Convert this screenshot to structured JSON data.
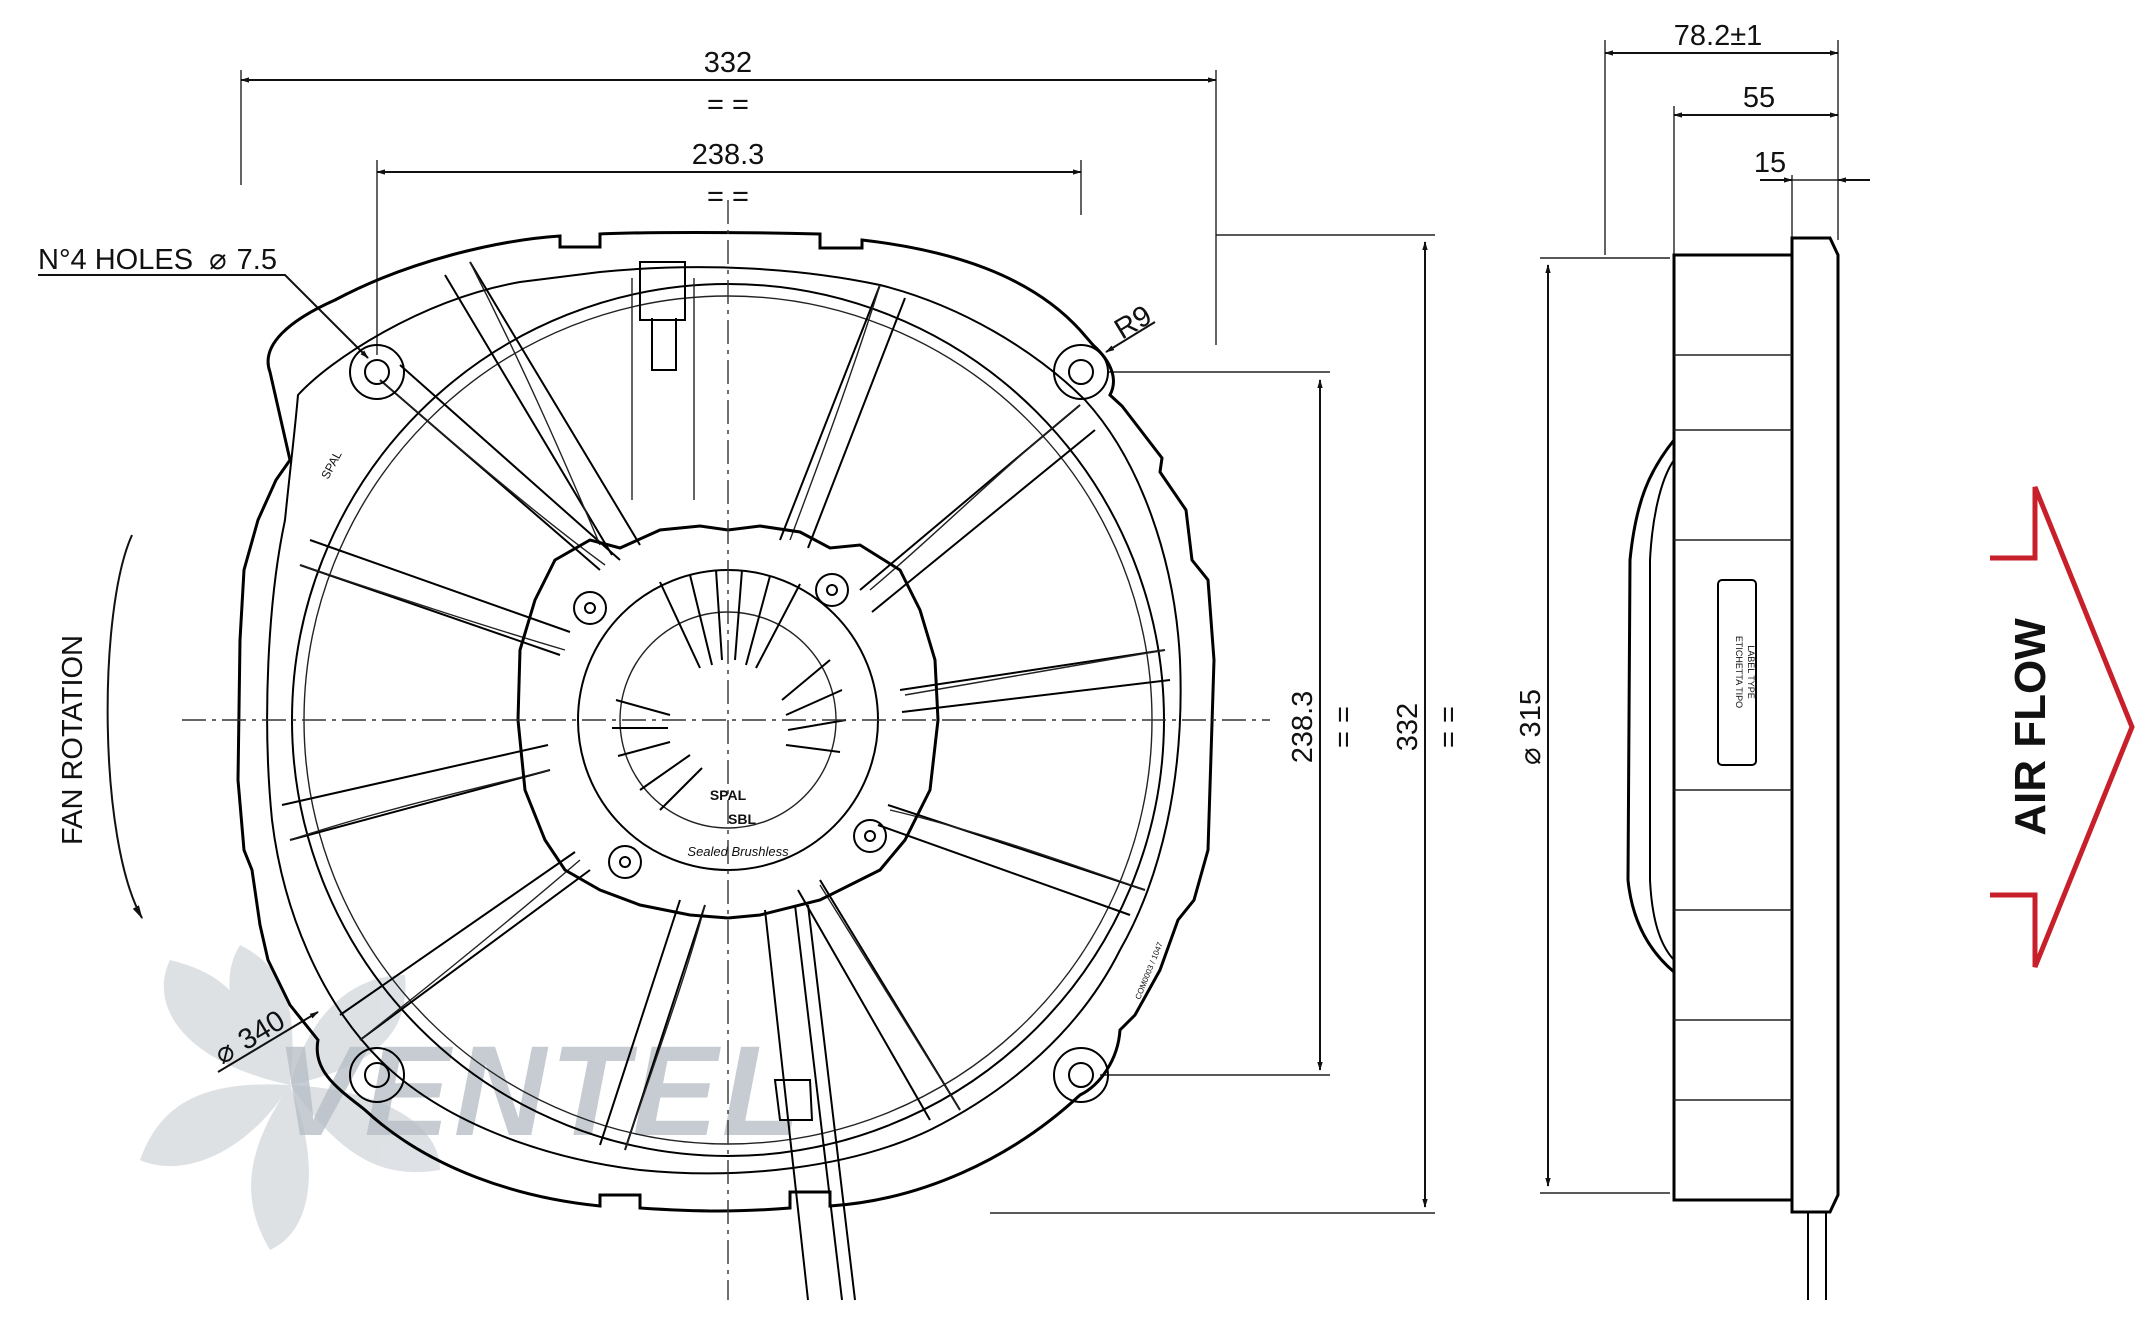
{
  "front_view": {
    "overall_width": "332",
    "overall_width_sym": "= =",
    "hole_spacing_width": "238.3",
    "hole_spacing_width_sym": "= =",
    "holes_label": "N°4 HOLES",
    "holes_dia_symbol": "⌀",
    "holes_dia_value": "7.5",
    "corner_radius": "R9",
    "hole_spacing_height": "238.3",
    "hole_spacing_height_sym": "= =",
    "overall_height": "332",
    "overall_height_sym": "= =",
    "bolt_circle_dia_symbol": "⌀",
    "bolt_circle_dia_value": "340",
    "fan_rotation": "FAN ROTATION",
    "frame_brand": "SPAL",
    "hub_brand": "SPAL",
    "hub_model": "SBL",
    "hub_tagline": "Sealed Brushless",
    "frame_code": "COM0003 / 1047"
  },
  "side_view": {
    "total_depth": "78.2±1",
    "body_depth": "55",
    "flange_depth": "15",
    "fan_dia_symbol": "⌀",
    "fan_dia_value": "315",
    "label_it": "ETICHETTA TIPO",
    "label_en": "LABEL TYPE"
  },
  "air_flow": "AIR FLOW",
  "watermark": "VENTEL",
  "colors": {
    "line": "#111111",
    "arrow": "#c8202b",
    "watermark_grey": "#b4bcc4",
    "watermark_blue": "#8fc4e8"
  }
}
